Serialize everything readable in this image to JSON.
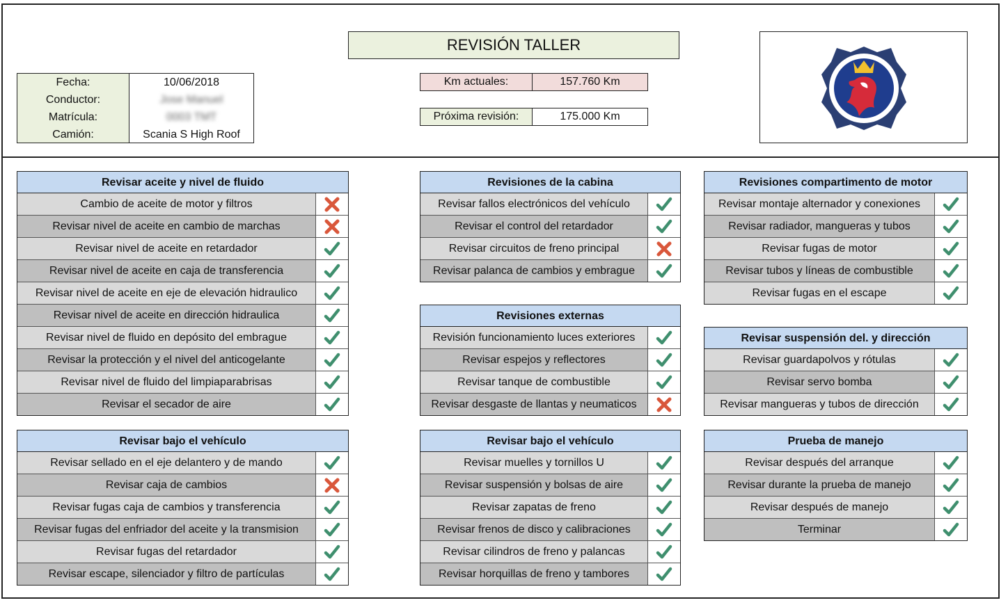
{
  "title": "REVISIÓN TALLER",
  "info": {
    "labels": {
      "fecha": "Fecha:",
      "conductor": "Conductor:",
      "matricula": "Matrícula:",
      "camion": "Camión:"
    },
    "values": {
      "fecha": "10/06/2018",
      "conductor": "Jose Manuel",
      "matricula": "0003 TMT",
      "camion": "Scania S High Roof"
    }
  },
  "km": {
    "actuales_label": "Km actuales:",
    "actuales_value": "157.760 Km",
    "proxima_label": "Próxima revisión:",
    "proxima_value": "175.000 Km"
  },
  "colors": {
    "header": "#c5d9f1",
    "info_bg": "#ebf1de",
    "km_bg": "#f2dcdb",
    "check": "#3f8f6e",
    "cross": "#d9573b"
  },
  "sections": [
    {
      "title": "Revisar aceite y nivel de fluido",
      "items": [
        {
          "label": "Cambio de aceite de motor y filtros",
          "status": "cross"
        },
        {
          "label": "Revisar nivel de aceite en cambio de marchas",
          "status": "cross"
        },
        {
          "label": "Revisar nivel de aceite en retardador",
          "status": "check"
        },
        {
          "label": "Revisar nivel de aceite en caja de transferencia",
          "status": "check"
        },
        {
          "label": "Revisar nivel de aceite en eje de elevación hidraulico",
          "status": "check"
        },
        {
          "label": "Revisar nivel de aceite en dirección hidraulica",
          "status": "check"
        },
        {
          "label": "Revisar nivel de fluido en depósito del embrague",
          "status": "check"
        },
        {
          "label": "Revisar la protección y el nivel del anticogelante",
          "status": "check"
        },
        {
          "label": "Revisar nivel de fluido del limpiaparabrisas",
          "status": "check"
        },
        {
          "label": "Revisar el secador de aire",
          "status": "check"
        }
      ]
    },
    {
      "title": "Revisar bajo el vehículo",
      "items": [
        {
          "label": "Revisar sellado en el eje delantero y de mando",
          "status": "check"
        },
        {
          "label": "Revisar caja de cambios",
          "status": "cross"
        },
        {
          "label": "Revisar fugas caja de cambios y transferencia",
          "status": "check"
        },
        {
          "label": "Revisar fugas del enfriador del aceite y la transmision",
          "status": "check"
        },
        {
          "label": "Revisar fugas del retardador",
          "status": "check"
        },
        {
          "label": "Revisar escape, silenciador y filtro de partículas",
          "status": "check"
        }
      ]
    },
    {
      "title": "Revisiones de la cabina",
      "items": [
        {
          "label": "Revisar fallos electrónicos del vehículo",
          "status": "check"
        },
        {
          "label": "Revisar el control del retardador",
          "status": "check"
        },
        {
          "label": "Revisar circuitos de freno principal",
          "status": "cross"
        },
        {
          "label": "Revisar palanca de cambios y embrague",
          "status": "check"
        }
      ]
    },
    {
      "title": "Revisiones externas",
      "items": [
        {
          "label": "Revisión funcionamiento luces exteriores",
          "status": "check"
        },
        {
          "label": "Revisar espejos y reflectores",
          "status": "check"
        },
        {
          "label": "Revisar tanque de combustible",
          "status": "check"
        },
        {
          "label": "Revisar desgaste de llantas y neumaticos",
          "status": "cross"
        }
      ]
    },
    {
      "title": "Revisar bajo el vehículo",
      "items": [
        {
          "label": "Revisar muelles y tornillos U",
          "status": "check"
        },
        {
          "label": "Revisar suspensión y bolsas de aire",
          "status": "check"
        },
        {
          "label": "Revisar zapatas de freno",
          "status": "check"
        },
        {
          "label": "Revisar frenos de disco y calibraciones",
          "status": "check"
        },
        {
          "label": "Revisar cilindros de freno y palancas",
          "status": "check"
        },
        {
          "label": "Revisar horquillas de freno y tambores",
          "status": "check"
        }
      ]
    },
    {
      "title": "Revisiones compartimento de motor",
      "items": [
        {
          "label": "Revisar montaje alternador y conexiones",
          "status": "check"
        },
        {
          "label": "Revisar radiador, mangueras y tubos",
          "status": "check"
        },
        {
          "label": "Revisar fugas de motor",
          "status": "check"
        },
        {
          "label": "Revisar tubos y líneas de combustible",
          "status": "check"
        },
        {
          "label": "Revisar fugas en el escape",
          "status": "check"
        }
      ]
    },
    {
      "title": "Revisar suspensión del. y dirección",
      "items": [
        {
          "label": "Revisar guardapolvos y rótulas",
          "status": "check"
        },
        {
          "label": "Revisar servo bomba",
          "status": "check"
        },
        {
          "label": "Revisar mangueras y tubos de dirección",
          "status": "check"
        }
      ]
    },
    {
      "title": "Prueba de manejo",
      "items": [
        {
          "label": "Revisar después del arranque",
          "status": "check"
        },
        {
          "label": "Revisar durante la prueba de manejo",
          "status": "check"
        },
        {
          "label": "Revisar después de manejo",
          "status": "check"
        },
        {
          "label": "Terminar",
          "status": "check"
        }
      ]
    }
  ]
}
